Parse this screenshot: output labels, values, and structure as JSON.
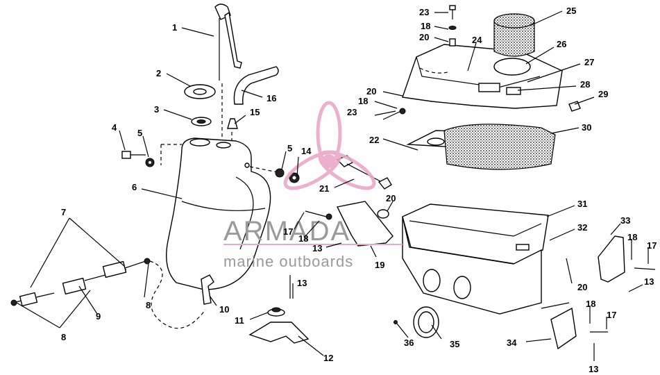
{
  "watermark": {
    "brand": "ARMADA",
    "tagline": "marine outboards",
    "accent_color": "#e8a8c8",
    "text_color": "#9a9a9a"
  },
  "callouts": {
    "c1": "1",
    "c2": "2",
    "c3": "3",
    "c4": "4",
    "c5a": "5",
    "c5b": "5",
    "c6": "6",
    "c7": "7",
    "c8a": "8",
    "c8b": "8",
    "c9": "9",
    "c10": "10",
    "c11": "11",
    "c12": "12",
    "c13a": "13",
    "c13b": "13",
    "c13c": "13",
    "c13d": "13",
    "c14": "14",
    "c15": "15",
    "c16": "16",
    "c17a": "17",
    "c17b": "17",
    "c17c": "17",
    "c18a": "18",
    "c18b": "18",
    "c18c": "18",
    "c18d": "18",
    "c18e": "18",
    "c19": "19",
    "c20a": "20",
    "c20b": "20",
    "c20c": "20",
    "c20d": "20",
    "c21": "21",
    "c22": "22",
    "c23a": "23",
    "c23b": "23",
    "c24": "24",
    "c25": "25",
    "c26": "26",
    "c27": "27",
    "c28": "28",
    "c29": "29",
    "c30": "30",
    "c31": "31",
    "c32": "32",
    "c33": "33",
    "c34": "34",
    "c35": "35",
    "c36": "36"
  }
}
